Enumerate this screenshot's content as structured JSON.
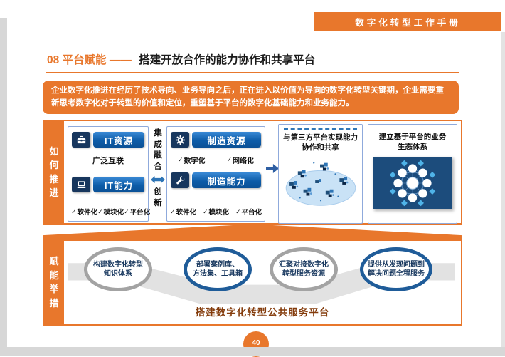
{
  "page": {
    "header_title": "数字化转型工作手册",
    "title_orange": "08 平台赋能 ——",
    "title_black": "搭建开放合作的能力协作和共享平台",
    "intro_text": "企业数字化推进在经历了技术导向、业务导向之后，正在进入以价值为导向的数字化转型关键期，企业需要重新思考数字化对于转型的价值和定位，重塑基于平台的数字化基础能力和业务能力。",
    "page_number": "40"
  },
  "glyphs": {
    "check": "✓"
  },
  "how_section": {
    "side_label": "如何推进",
    "it_box": {
      "resource_label": "IT资源",
      "resource_note": "广泛互联",
      "capability_label": "IT能力",
      "checks": [
        "软件化",
        "模块化",
        "平台化"
      ]
    },
    "middle": {
      "top_label": "集成融合",
      "bottom_label": "创新"
    },
    "mfg_box": {
      "resource_label": "制造资源",
      "resource_checks": [
        "数字化",
        "网络化"
      ],
      "capability_label": "制造能力",
      "checks": [
        "软件化",
        "模块化",
        "平台化"
      ]
    },
    "third_party_box": {
      "title": "与第三方平台实现能力协作和共享"
    },
    "ecosystem_box": {
      "title": "建立基于平台的业务生态体系"
    }
  },
  "measures_section": {
    "side_label": "赋能举措",
    "ovals": [
      {
        "line1": "构建数字化转型",
        "line2": "知识体系",
        "style": "gray"
      },
      {
        "line1": "部署案例库、",
        "line2": "方法集、工具箱",
        "style": "blue"
      },
      {
        "line1": "汇聚对接数字化",
        "line2": "转型服务资源",
        "style": "gray"
      },
      {
        "line1": "提供从发现问题到",
        "line2": "解决问题全程服务",
        "style": "blue"
      }
    ],
    "caption": "搭建数字化转型公共服务平台"
  },
  "colors": {
    "accent_orange": "#e8772c",
    "banner_blue": "#0d5ca8",
    "icon_navy": "#17365d",
    "oval_blue_border": "#1f5c99",
    "oval_gray_border": "#a3a3a3",
    "oval_text": "#17375e",
    "caption_brown": "#843c0c"
  }
}
